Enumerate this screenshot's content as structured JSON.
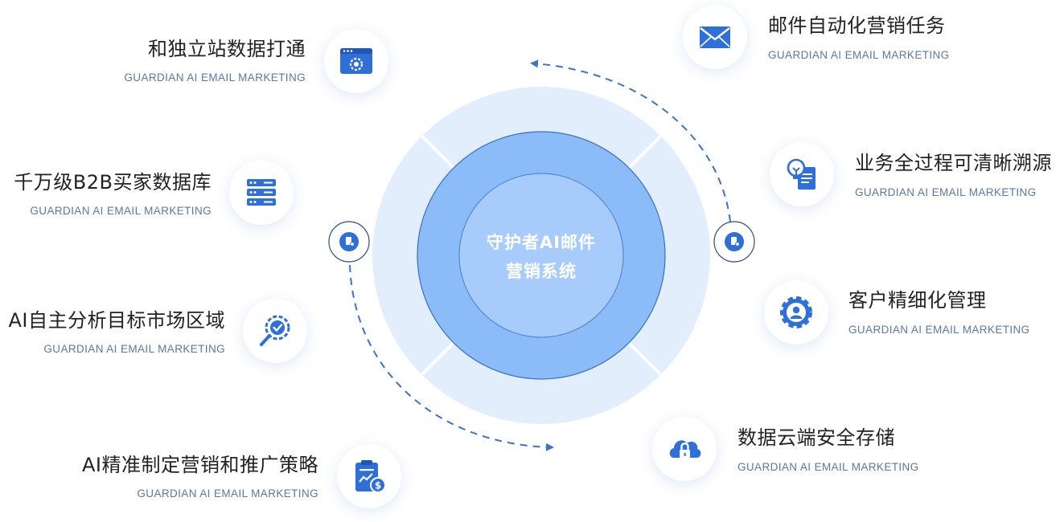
{
  "center": {
    "line1": "守护者AI邮件",
    "line2": "营销系统"
  },
  "features": [
    {
      "side": "left",
      "title": "和独立站数据打通",
      "subtitle": "GUARDIAN AI EMAIL MARKETING",
      "icon": "web-settings-icon"
    },
    {
      "side": "left",
      "title": "千万级B2B买家数据库",
      "subtitle": "GUARDIAN AI EMAIL MARKETING",
      "icon": "database-server-icon"
    },
    {
      "side": "left",
      "title": "AI自主分析目标市场区域",
      "subtitle": "GUARDIAN AI EMAIL MARKETING",
      "icon": "search-analysis-icon"
    },
    {
      "side": "left",
      "title": "AI精准制定营销和推广策略",
      "subtitle": "GUARDIAN AI EMAIL MARKETING",
      "icon": "strategy-clipboard-icon"
    },
    {
      "side": "right",
      "title": "邮件自动化营销任务",
      "subtitle": "GUARDIAN AI EMAIL MARKETING",
      "icon": "mail-icon"
    },
    {
      "side": "right",
      "title": "业务全过程可清晰溯源",
      "subtitle": "GUARDIAN AI EMAIL MARKETING",
      "icon": "idea-document-icon"
    },
    {
      "side": "right",
      "title": "客户精细化管理",
      "subtitle": "GUARDIAN AI EMAIL MARKETING",
      "icon": "user-gear-icon"
    },
    {
      "side": "right",
      "title": "数据云端安全存储",
      "subtitle": "GUARDIAN AI EMAIL MARKETING",
      "icon": "cloud-lock-icon"
    }
  ],
  "colors": {
    "outer_ring": "#e3eefc",
    "middle_ring": "#8bbcf8",
    "inner_core": "#a7cbfb",
    "accent": "#2f6fd8",
    "arrow": "#3c72c9",
    "subtitle": "#5a78a8"
  }
}
